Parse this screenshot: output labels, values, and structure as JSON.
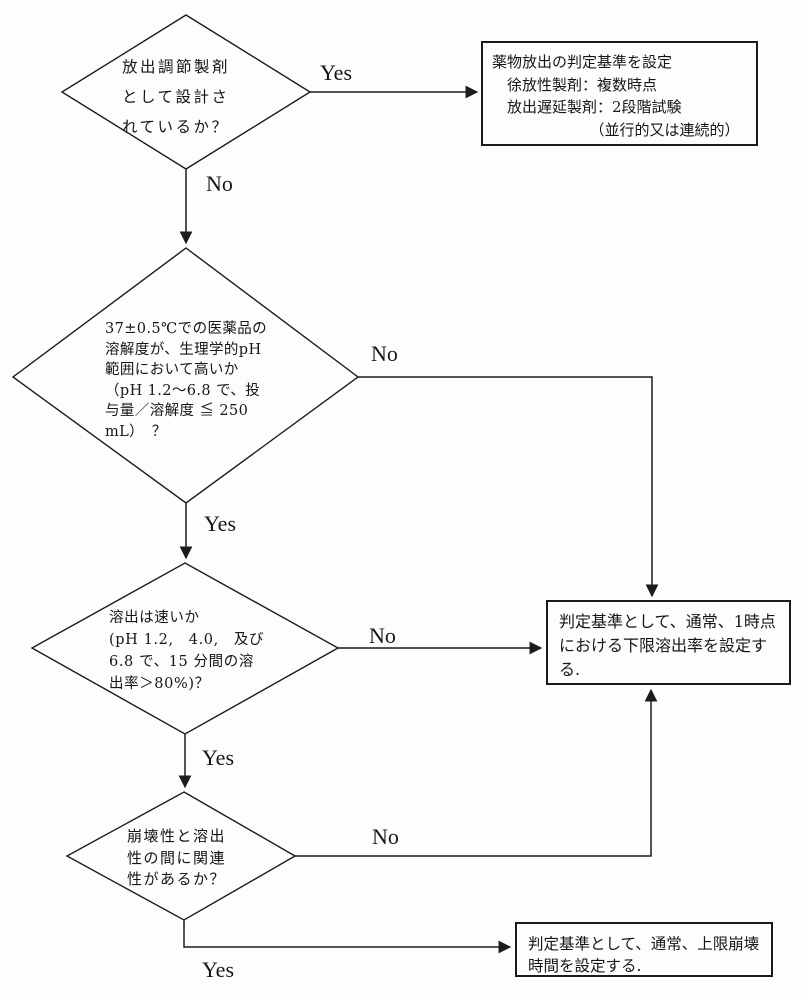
{
  "flowchart": {
    "diamonds": {
      "d1": {
        "text": "放出調節製剤\nとして設計さ\nれているか？"
      },
      "d2": {
        "text": "37±0.5℃での医薬品の\n溶解度が、生理学的pH\n範囲において高いか\n（pH 1.2〜6.8 で、投\n与量／溶解度 ≦ 250\nmL）　？"
      },
      "d3": {
        "text": "溶出は速いか\n(pH 1.2,　4.0,　及び\n6.8 で、15 分間の溶\n出率＞80%)？"
      },
      "d4": {
        "text": "崩壊性と溶出\n性の間に関連\n性があるか？"
      }
    },
    "boxes": {
      "modified_release": {
        "text": "薬物放出の判定基準を設定\n　徐放性製剤：複数時点\n　放出遅延製剤：2段階試験\n　　　　　　　（並行的又は連続的）"
      },
      "lower_dissolution_limit": {
        "text": "判定基準として、通常、1時点\nにおける下限溶出率を設定す\nる."
      },
      "upper_disintegration_limit": {
        "text": "判定基準として、通常、上限崩壊\n時間を設定する."
      }
    },
    "edge_labels": {
      "d1_yes": "Yes",
      "d1_no": "No",
      "d2_no": "No",
      "d2_yes": "Yes",
      "d3_no": "No",
      "d3_yes": "Yes",
      "d4_no": "No",
      "d4_yes": "Yes"
    },
    "colors": {
      "line": "#1c1c1c",
      "background": "#fdfdfc"
    }
  }
}
